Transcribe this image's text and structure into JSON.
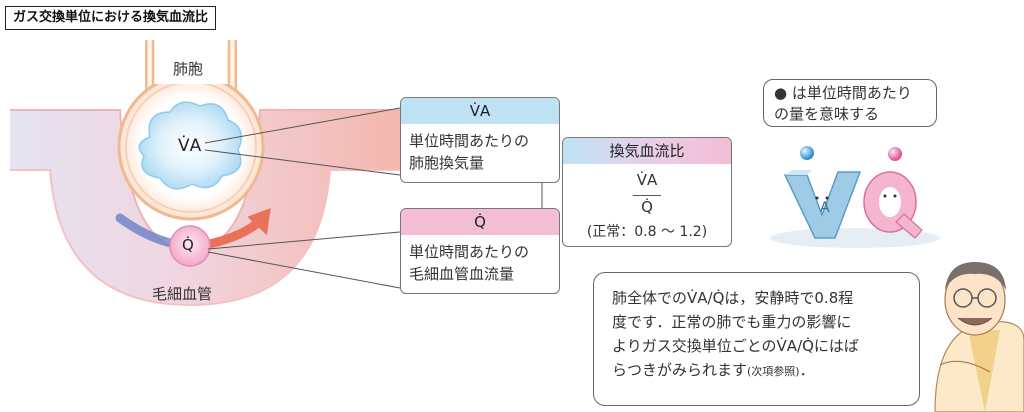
{
  "title": "ガス交換単位における換気血流比",
  "alveolus": {
    "label": "肺胞",
    "symbol": "V̇A"
  },
  "capillary": {
    "label": "毛細血管",
    "symbol": "Q̇"
  },
  "va_box": {
    "header": "V̇A",
    "line1": "単位時間あたりの",
    "line2": "肺胞換気量"
  },
  "q_box": {
    "header": "Q̇",
    "line1": "単位時間あたりの",
    "line2": "毛細血管血流量"
  },
  "ratio_box": {
    "header": "換気血流比",
    "numerator": "V̇A",
    "denominator": "Q̇",
    "range": "(正常：0.8 〜 1.2)"
  },
  "bubble": {
    "line1": "● は単位時間あたり",
    "line2": "の量を意味する"
  },
  "speech": {
    "line1": "肺全体でのV̇A/Q̇は，安静時で0.8程",
    "line2": "度です．正常の肺でも重力の影響に",
    "line3": "よりガス交換単位ごとのV̇A/Q̇にはば",
    "line4a": "らつきがみられます",
    "line4b": "(次項参照)",
    "line4c": "．"
  },
  "colors": {
    "blue_header": "#bfe3f4",
    "pink_header": "#f3bdd4",
    "vessel": "#f2b8b0",
    "arrow": "#e8735a"
  }
}
